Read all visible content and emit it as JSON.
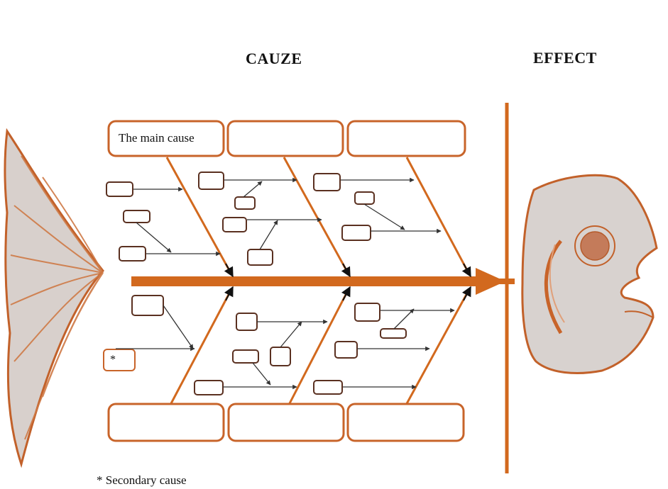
{
  "header": {
    "cause_title": "CAUZE",
    "effect_title": "EFFECT"
  },
  "boxes": {
    "main_cause_label": "The main cause",
    "secondary_marker": "*"
  },
  "footnote": {
    "text": "* Secondary cause"
  },
  "colors": {
    "accent": "#d2691e",
    "arrow": "#1a1a1a",
    "fish_fill": "#d9d3d0",
    "fish_stroke": "#c2612a"
  },
  "icons": {
    "tail": "fish-tail-icon",
    "head": "fish-head-icon"
  }
}
